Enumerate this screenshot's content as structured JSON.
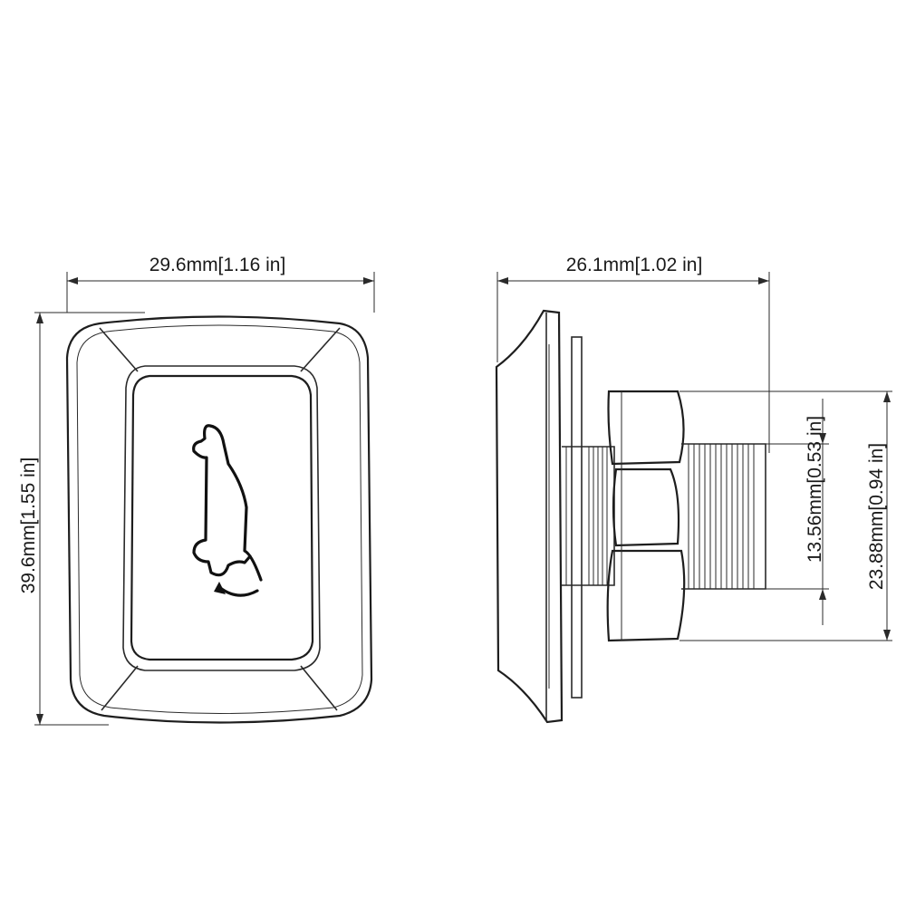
{
  "front_view": {
    "width_label": "29.6mm[1.16 in]",
    "height_label": "39.6mm[1.55 in]",
    "icon": "car-hood-open-icon"
  },
  "side_view": {
    "depth_label": "26.1mm[1.02 in]",
    "thread_diameter_label": "13.56mm[0.53 in]",
    "nut_width_label": "23.88mm[0.94 in]"
  },
  "colors": {
    "line": "#2a2a2a",
    "background": "#ffffff"
  }
}
